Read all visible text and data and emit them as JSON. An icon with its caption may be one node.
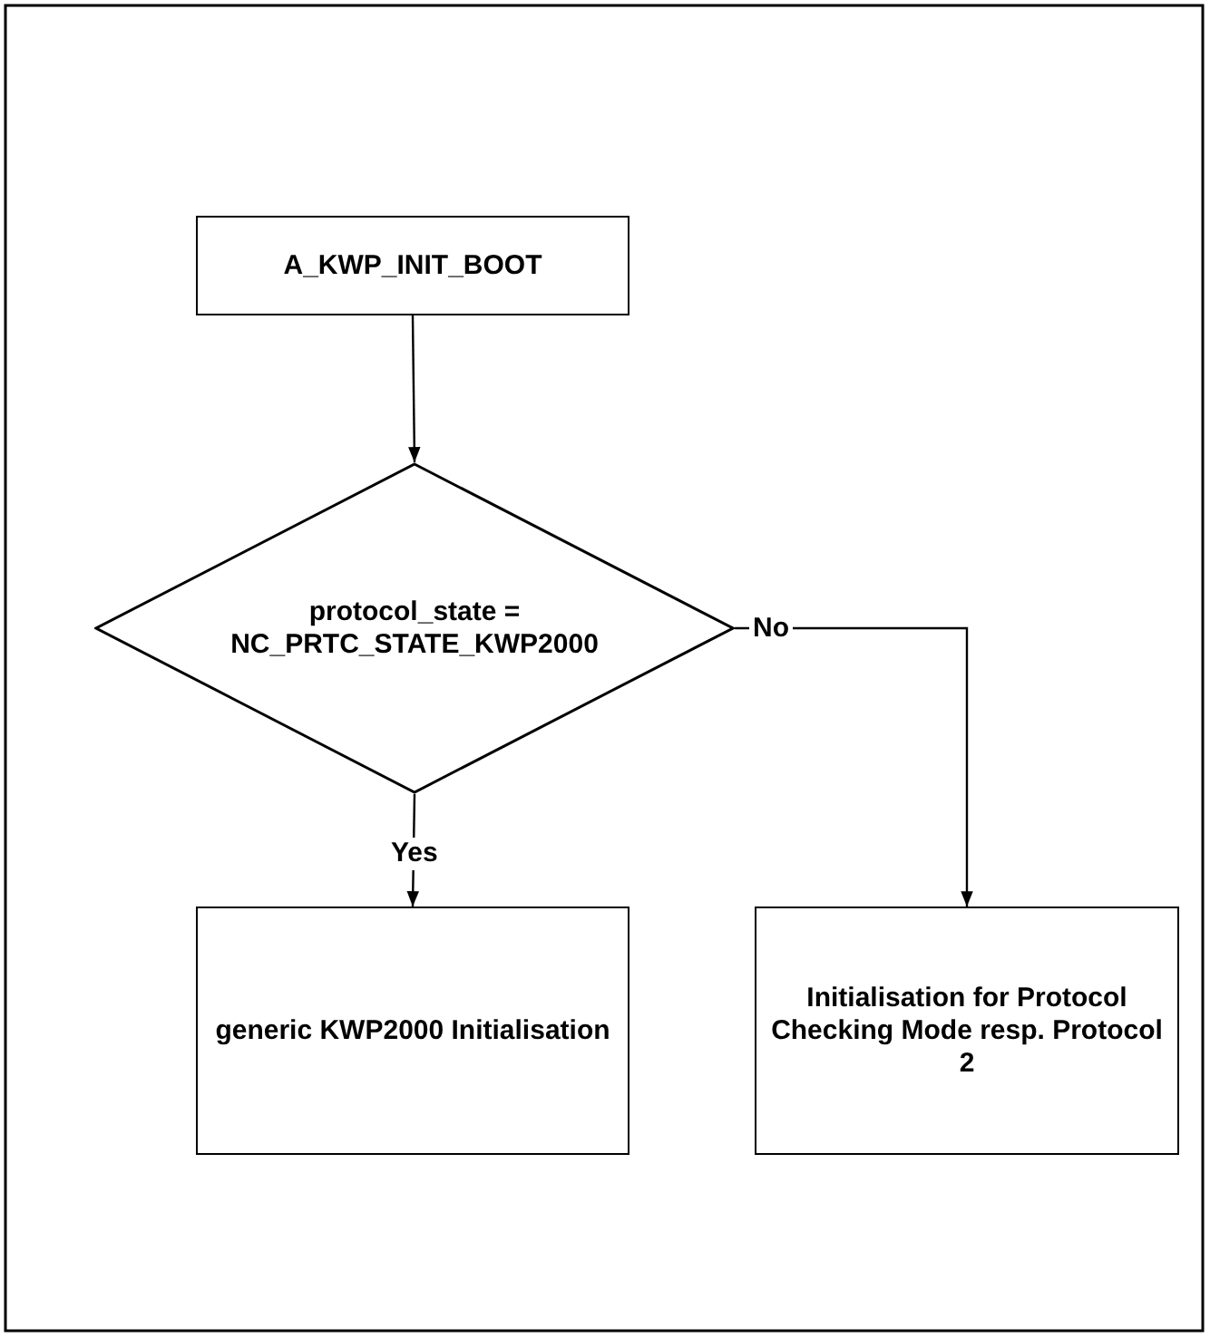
{
  "diagram": {
    "nodes": [
      {
        "text": [
          "A_KWP_INIT_BOOT"
        ]
      },
      {
        "text": [
          "protocol_state = NC_PRTC_STATE_KWP2000"
        ]
      },
      {
        "text": [
          "generic KWP2000 Initialisation"
        ]
      },
      {
        "text": [
          "Initialisation for Protocol Checking Mode resp. Protocol 2"
        ]
      }
    ],
    "edges": [
      {
        "from": 0,
        "to": 1,
        "arrow": "to"
      },
      {
        "from": 1,
        "to": 2,
        "arrow": "to",
        "label": "Yes"
      },
      {
        "from": 1,
        "to": 3,
        "arrow": "to",
        "label": "No"
      }
    ]
  }
}
